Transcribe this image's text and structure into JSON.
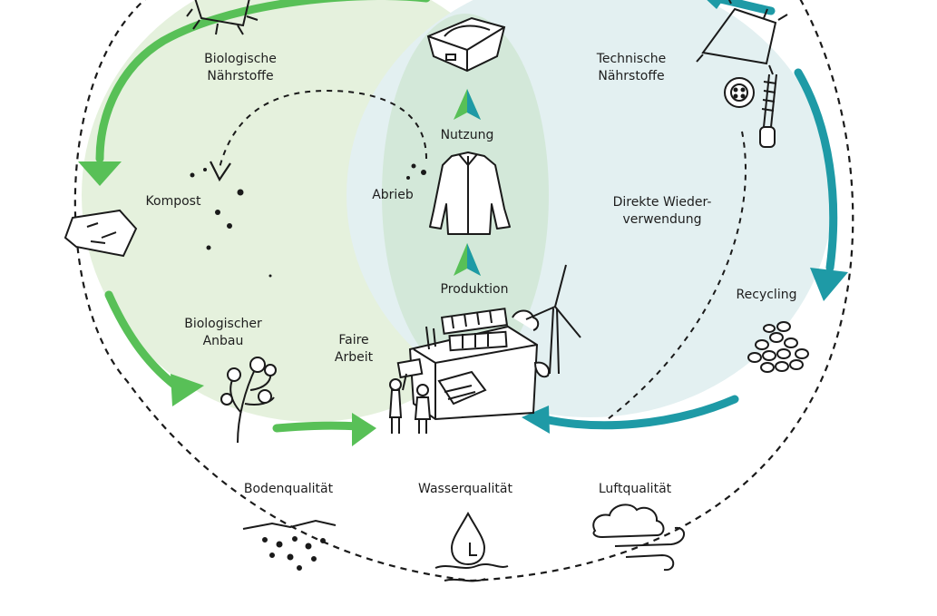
{
  "diagram": {
    "colors": {
      "bio_fill": "#e5f1dd",
      "tech_fill": "#e3f0f1",
      "overlap_fill": "#d3e8d9",
      "bio_arrow": "#58c057",
      "tech_arrow": "#1e9aa6",
      "ink": "#1a1a1a"
    },
    "labels": {
      "bio_nutrients": "Biologische\nNährstoffe",
      "tech_nutrients": "Technische\nNährstoffe",
      "compost": "Kompost",
      "abrasion": "Abrieb",
      "usage": "Nutzung",
      "production": "Produktion",
      "direct_reuse": "Direkte Wieder-\nverwendung",
      "recycling": "Recycling",
      "bio_farming": "Biologischer\nAnbau",
      "fair_work": "Faire\nArbeit",
      "soil_quality": "Bodenqualität",
      "water_quality": "Wasserqualität",
      "air_quality": "Luftqualität"
    },
    "icons": [
      "fabric-icon",
      "box-icon",
      "jacket-icon",
      "compost-icon",
      "cotton-plant-icon",
      "factory-icon",
      "wind-turbine-icon",
      "solar-panel-icon",
      "workers-icon",
      "button-icon",
      "zipper-icon",
      "pellets-icon",
      "soil-icon",
      "water-drop-icon",
      "cloud-wind-icon"
    ]
  }
}
